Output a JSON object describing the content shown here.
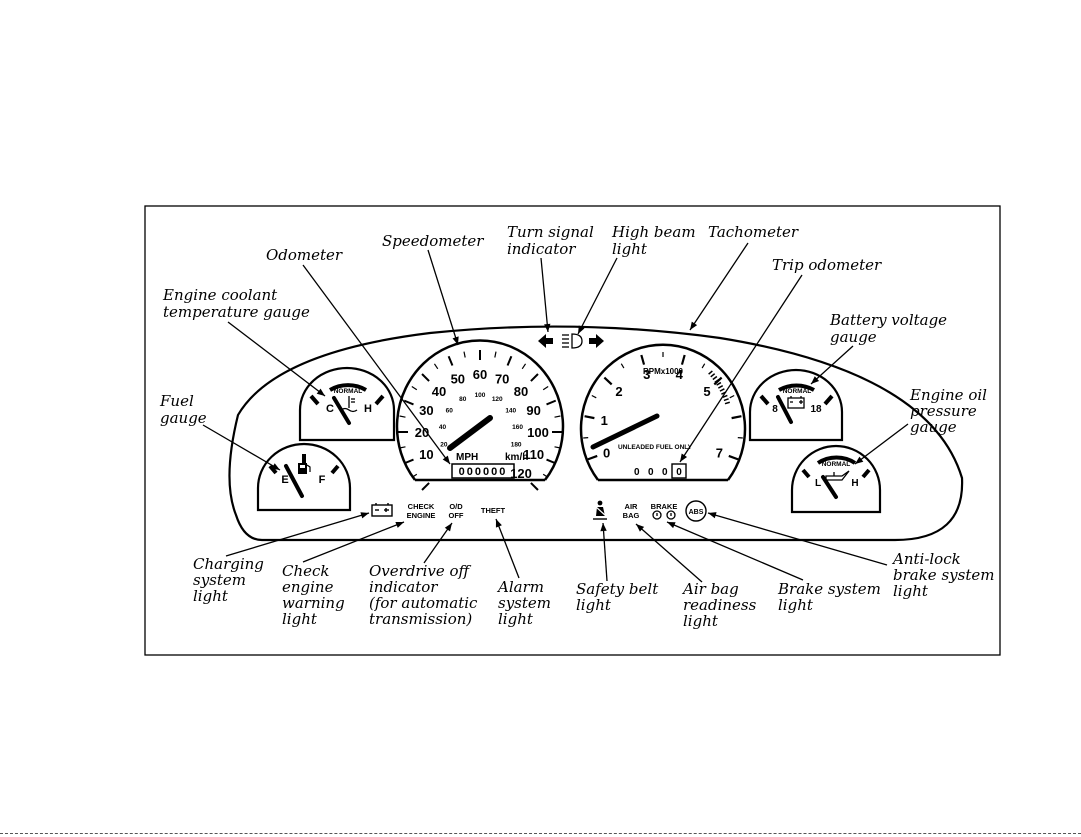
{
  "labels": {
    "speedometer": "Speedometer",
    "turn_signal": [
      "Turn signal",
      "indicator"
    ],
    "high_beam": [
      "High beam",
      "light"
    ],
    "tachometer": "Tachometer",
    "odometer": "Odometer",
    "trip_odometer": "Trip odometer",
    "coolant": [
      "Engine coolant",
      "temperature gauge"
    ],
    "battery": [
      "Battery  voltage",
      "gauge"
    ],
    "fuel": [
      "Fuel",
      "gauge"
    ],
    "oil": [
      "Engine oil",
      "pressure",
      "gauge"
    ],
    "charging": [
      "Charging",
      "system",
      "light"
    ],
    "check_engine": [
      "Check",
      "engine",
      "warning",
      "light"
    ],
    "overdrive": [
      "Overdrive off",
      "indicator",
      "(for automatic",
      "transmission)"
    ],
    "alarm": [
      "Alarm",
      "system",
      "light"
    ],
    "safety_belt": [
      "Safety belt",
      "light"
    ],
    "air_bag": [
      "Air bag",
      "readiness",
      "light"
    ],
    "brake": [
      "Brake system",
      "light"
    ],
    "abs": [
      "Anti-lock",
      "brake system",
      "light"
    ]
  },
  "panel": {
    "speedo_mph": [
      "10",
      "20",
      "30",
      "40",
      "50",
      "60",
      "70",
      "80",
      "90",
      "100",
      "110",
      "120"
    ],
    "speedo_kmh": [
      "20",
      "40",
      "60",
      "80",
      "100",
      "120",
      "140",
      "160",
      "180"
    ],
    "speedo_units": [
      "MPH",
      "km/h"
    ],
    "odometer_digits": "000000",
    "tach_ticks": [
      "0",
      "1",
      "2",
      "3",
      "4",
      "5",
      "",
      "7"
    ],
    "tach_units": "RPMx1000",
    "unleaded": "UNLEADED FUEL ONLY",
    "trip_digits": [
      "0",
      "0",
      "0",
      "0"
    ],
    "coolant_gauge": {
      "normal": "NORMAL",
      "low": "C",
      "high": "H"
    },
    "fuel_gauge": {
      "low": "E",
      "high": "F"
    },
    "battery_gauge": {
      "normal": "NORMAL",
      "low": "8",
      "high": "18"
    },
    "oil_gauge": {
      "normal": "NORMAL",
      "low": "L",
      "high": "H"
    },
    "warning_lights": {
      "check_engine": [
        "CHECK",
        "ENGINE"
      ],
      "overdrive": [
        "O/D",
        "OFF"
      ],
      "theft": "THEFT",
      "air_bag": [
        "AIR",
        "BAG"
      ],
      "brake": "BRAKE",
      "abs": "ABS"
    }
  },
  "chart_data": {
    "type": "diagram",
    "nodes": [
      "Speedometer",
      "Turn signal indicator",
      "High beam light",
      "Tachometer",
      "Odometer",
      "Trip odometer",
      "Engine coolant temperature gauge",
      "Battery voltage gauge",
      "Fuel gauge",
      "Engine oil pressure gauge",
      "Charging system light",
      "Check engine warning light",
      "Overdrive off indicator (for automatic transmission)",
      "Alarm system light",
      "Safety belt light",
      "Air bag readiness light",
      "Brake system light",
      "Anti-lock brake system light"
    ]
  }
}
